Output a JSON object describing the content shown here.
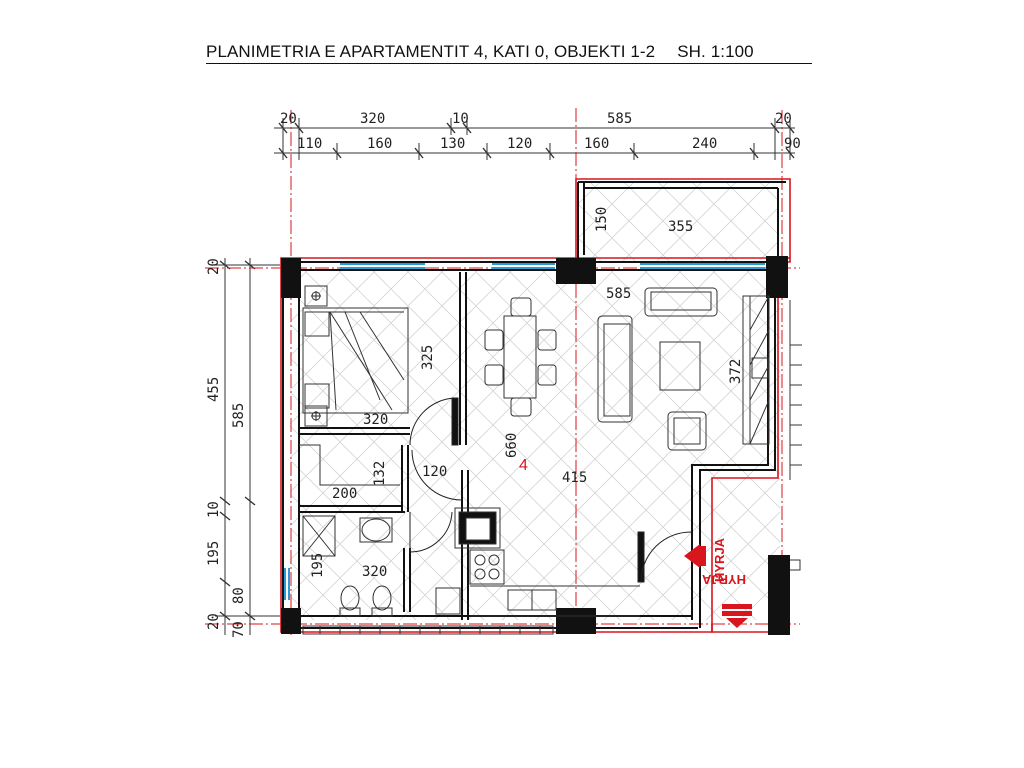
{
  "title": {
    "main": "PLANIMETRIA E APARTAMENTIT 4, KATI 0, OBJEKTI 1-2",
    "scale": "SH. 1:100"
  },
  "dimensions": {
    "top_row1": [
      "20",
      "320",
      "10",
      "585",
      "20"
    ],
    "top_row2": [
      "110",
      "160",
      "130",
      "120",
      "160",
      "240",
      "90"
    ],
    "left_outer": [
      "20",
      "585",
      "10",
      "80",
      "20"
    ],
    "left_inner": [
      "455",
      "195",
      "70"
    ],
    "balcony_depth": "150",
    "balcony_width": "355",
    "living_width": "585",
    "living_depth": "372",
    "bedroom_depth": "325",
    "bedroom_width": "320",
    "hall_length": "660",
    "hall_width": "120",
    "corridor_width": "415",
    "closet_height": "132",
    "closet_width": "200",
    "bath_width": "320",
    "bath_depth": "195"
  },
  "apartment_number": "4",
  "entrance": {
    "label_1": "HYRJA",
    "label_2": "HYRJA"
  },
  "colors": {
    "axis_red": "#d9161d",
    "window_blue": "#2a9ad4",
    "wall": "#111111",
    "hatch": "#cfcfcf"
  }
}
